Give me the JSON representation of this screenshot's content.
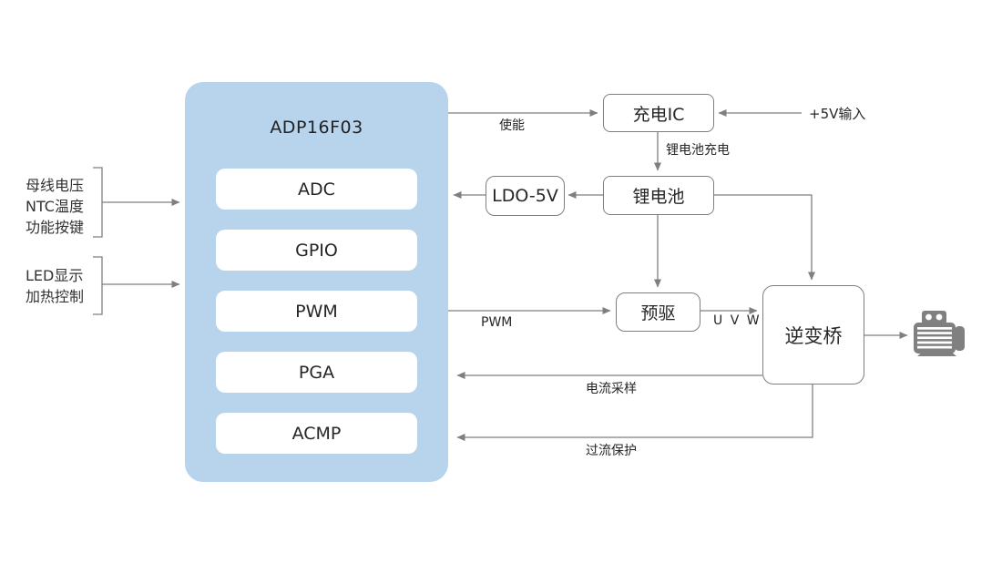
{
  "chip": {
    "title": "ADP16F03",
    "modules": [
      {
        "label": "ADC"
      },
      {
        "label": "GPIO"
      },
      {
        "label": "PWM"
      },
      {
        "label": "PGA"
      },
      {
        "label": "ACMP"
      }
    ]
  },
  "left_inputs": {
    "group1": {
      "lines": [
        "母线电压",
        "NTC温度",
        "功能按键"
      ]
    },
    "group2": {
      "lines": [
        "LED显示",
        "加热控制"
      ]
    }
  },
  "blocks": {
    "charger": "充电IC",
    "battery": "锂电池",
    "ldo": "LDO-5V",
    "predriver": "预驱",
    "inverter": "逆变桥"
  },
  "wire_labels": {
    "enable": "使能",
    "battery_charge": "锂电池充电",
    "v5_input": "+5V输入",
    "pwm": "PWM",
    "uvw": "U V W",
    "current_sample": "电流采样",
    "overcurrent_protect": "过流保护"
  },
  "icons": {
    "motor": "motor-icon"
  },
  "colors": {
    "chip_fill": "#b8d3ec",
    "wire": "#7f7f7f",
    "text": "#262626",
    "motor": "#808080",
    "background": "#ffffff"
  }
}
